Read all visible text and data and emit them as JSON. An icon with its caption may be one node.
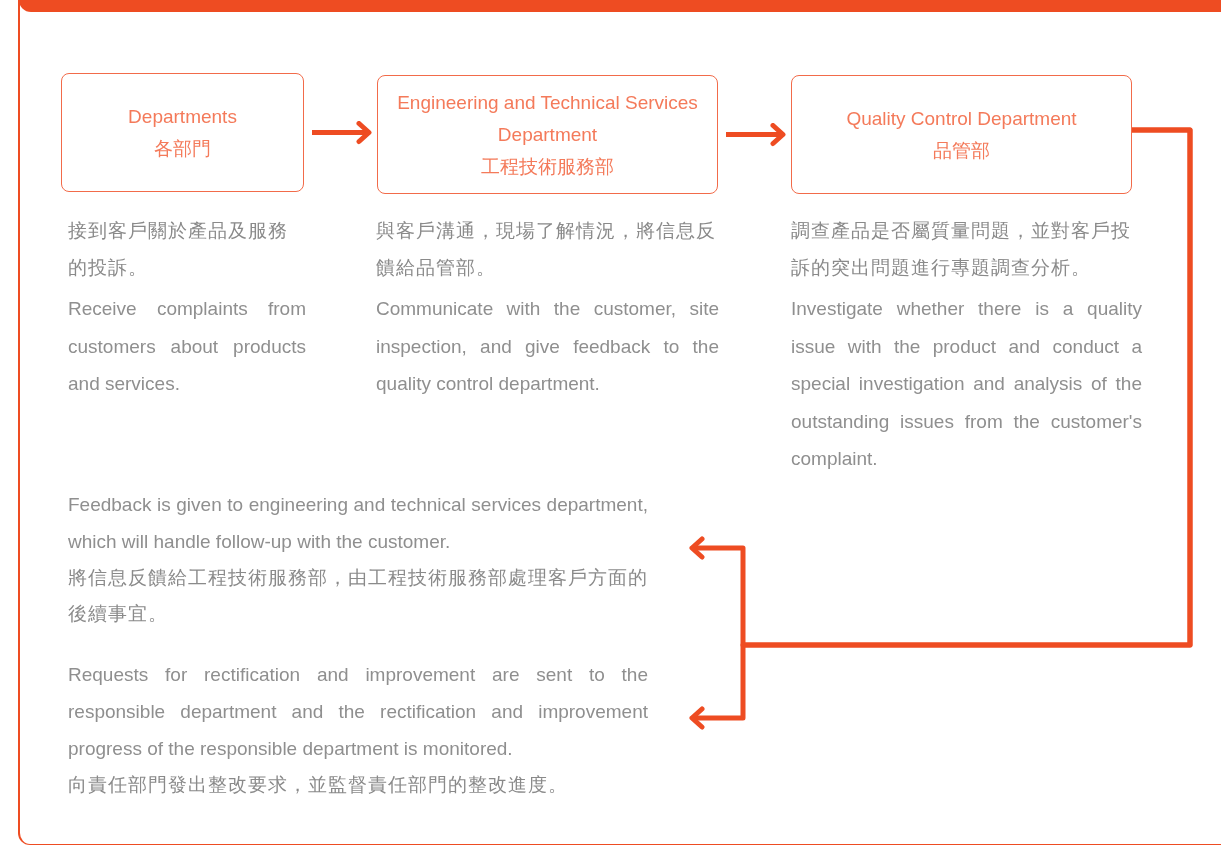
{
  "diagram": {
    "nodes": [
      {
        "text": [
          "Departments",
          "各部門"
        ],
        "beside": [
          "接到客戶關於產品及服務的投訴。",
          "Receive complaints from customers about products and services."
        ]
      },
      {
        "text": [
          "Engineering and Technical Services Department",
          "工程技術服務部"
        ],
        "beside": [
          "與客戶溝通，現場了解情況，將信息反饋給品管部。",
          "Communicate with the customer, site inspection, and give feedback to the quality control department."
        ]
      },
      {
        "text": [
          "Quality Control Department",
          "品管部"
        ],
        "beside": [
          "調查產品是否屬質量問題，並對客戶投訴的突出問題進行專題調查分析。",
          "Investigate whether there is a quality issue with the product and conduct a special investigation and analysis of the outstanding issues from the customer's complaint."
        ]
      },
      {
        "text": [
          "Feedback is given to engineering and technical services department, which will handle follow-up with the customer.",
          "將信息反饋給工程技術服務部，由工程技術服務部處理客戶方面的後續事宜。"
        ]
      },
      {
        "text": [
          "Requests for rectification and improvement are sent to the responsible department and the rectification and improvement progress of the responsible department is monitored.",
          "向責任部門發出整改要求，並監督責任部門的整改進度。"
        ]
      }
    ],
    "edges": [
      {
        "from": 0,
        "to": 1,
        "arrow": "to"
      },
      {
        "from": 1,
        "to": 2,
        "arrow": "to"
      },
      {
        "from": 2,
        "to": 3,
        "arrow": "to"
      },
      {
        "from": 2,
        "to": 4,
        "arrow": "to"
      }
    ]
  }
}
